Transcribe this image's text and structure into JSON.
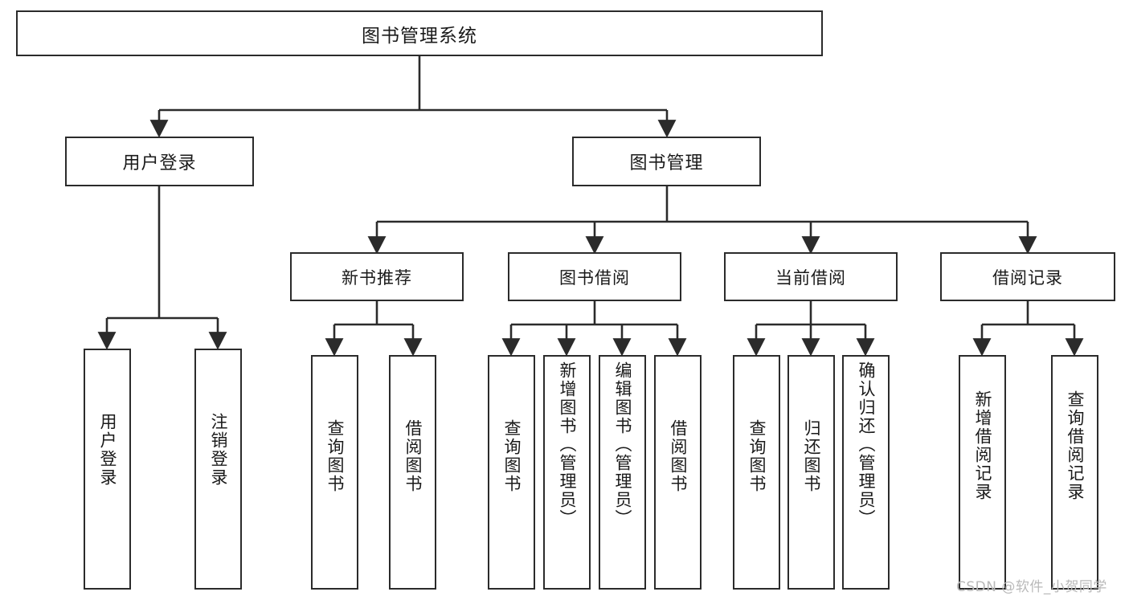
{
  "diagram": {
    "title": "图书管理系统",
    "type": "hierarchy-tree",
    "watermark": "CSDN @软件_小贺同学",
    "colors": {
      "box_border": "#2b2b2b",
      "box_fill": "#ffffff",
      "connector": "#2b2b2b",
      "text": "#1a1a1a",
      "watermark": "#b9b9b9",
      "background": "#ffffff"
    },
    "root": {
      "label": "图书管理系统"
    },
    "level2": [
      {
        "label": "用户登录"
      },
      {
        "label": "图书管理"
      }
    ],
    "level3": [
      {
        "label": "新书推荐"
      },
      {
        "label": "图书借阅"
      },
      {
        "label": "当前借阅"
      },
      {
        "label": "借阅记录"
      }
    ],
    "leaves": {
      "user_login": [
        {
          "label": "用户登录"
        },
        {
          "label": "注销登录"
        }
      ],
      "new_book_recommend": [
        {
          "label": "查询图书"
        },
        {
          "label": "借阅图书"
        }
      ],
      "book_borrow": [
        {
          "label": "查询图书"
        },
        {
          "label": "新增图书（管理员）"
        },
        {
          "label": "编辑图书（管理员）"
        },
        {
          "label": "借阅图书"
        }
      ],
      "current_borrow": [
        {
          "label": "查询图书"
        },
        {
          "label": "归还图书"
        },
        {
          "label": "确认归还（管理员）"
        }
      ],
      "borrow_record": [
        {
          "label": "新增借阅记录"
        },
        {
          "label": "查询借阅记录"
        }
      ]
    }
  }
}
